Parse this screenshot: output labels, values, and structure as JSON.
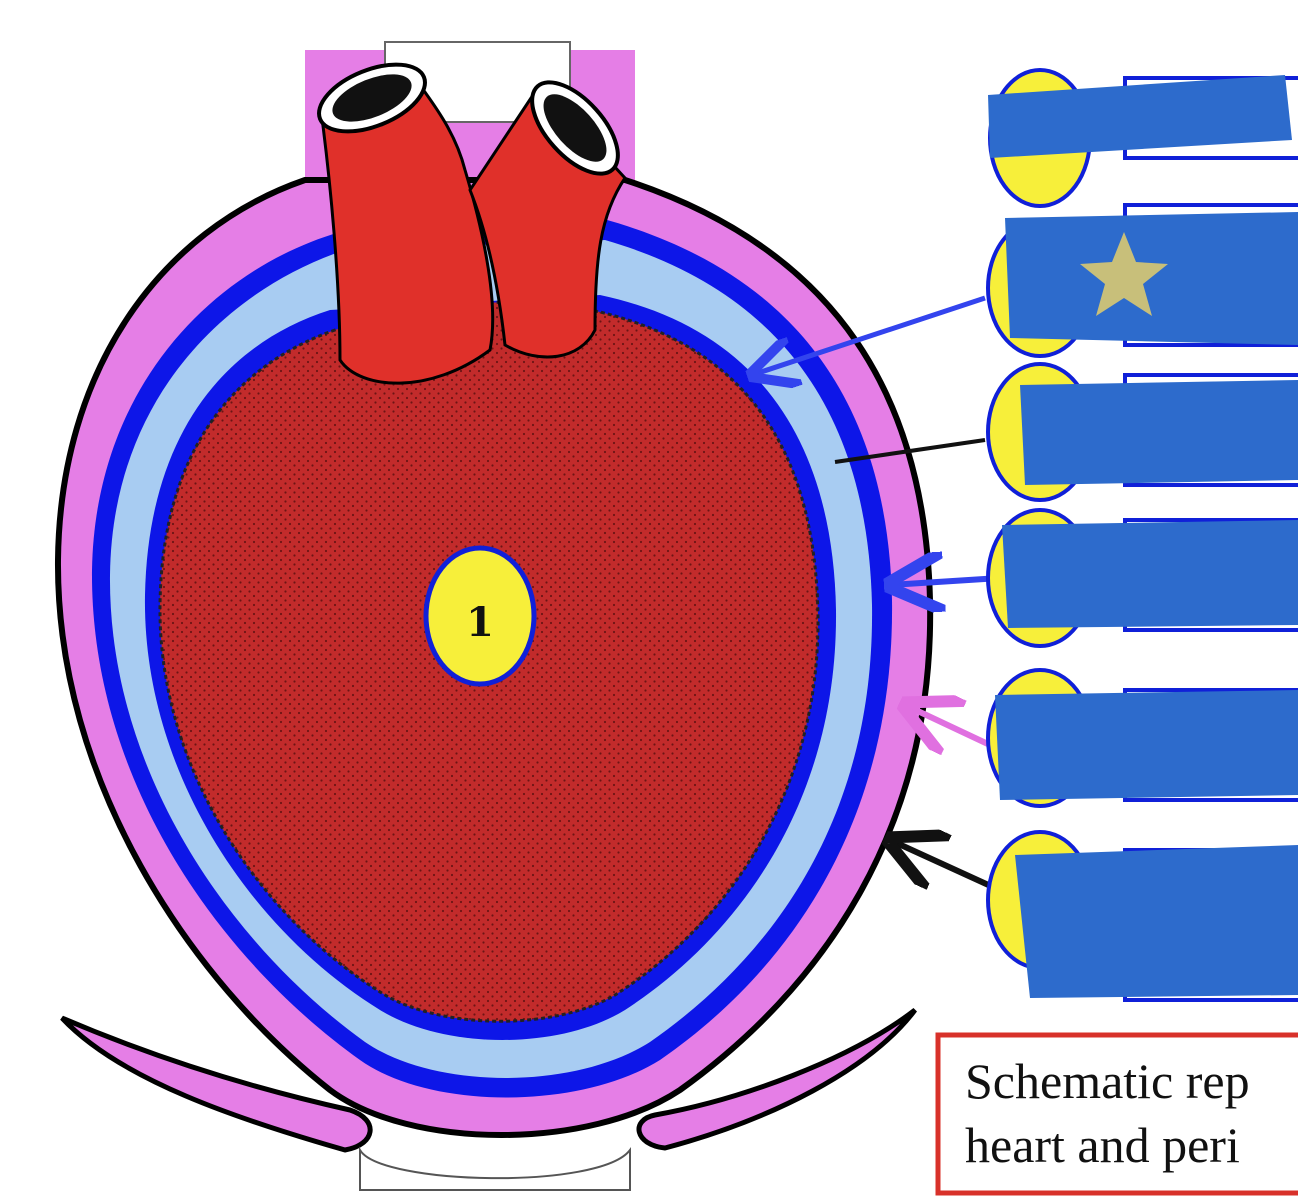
{
  "diagram": {
    "center_label": "1",
    "caption": {
      "line1": "Schematic rep",
      "line2": "heart and peri"
    },
    "label_rows": [
      {
        "id": "row-1",
        "arrow_color": "none",
        "has_star": false
      },
      {
        "id": "row-2",
        "arrow_color": "#3344ee",
        "has_star": true
      },
      {
        "id": "row-3",
        "arrow_color": "#111111",
        "has_star": false
      },
      {
        "id": "row-4",
        "arrow_color": "#3344ee",
        "has_star": false
      },
      {
        "id": "row-5",
        "arrow_color": "#e070e0",
        "has_star": false
      },
      {
        "id": "row-6",
        "arrow_color": "#111111",
        "has_star": false
      }
    ],
    "colors": {
      "heart_muscle": "#c02a2a",
      "great_vessels": "#e0302a",
      "fibrous_pericardium": "#e57ee6",
      "pericardial_cavity": "#a8ccf2",
      "serous_layer": "#0d16e8",
      "label_oval": "#f7ef3a",
      "label_cover": "#2d6bcc",
      "star": "#c8bf7a",
      "caption_border": "#d8312a"
    }
  }
}
